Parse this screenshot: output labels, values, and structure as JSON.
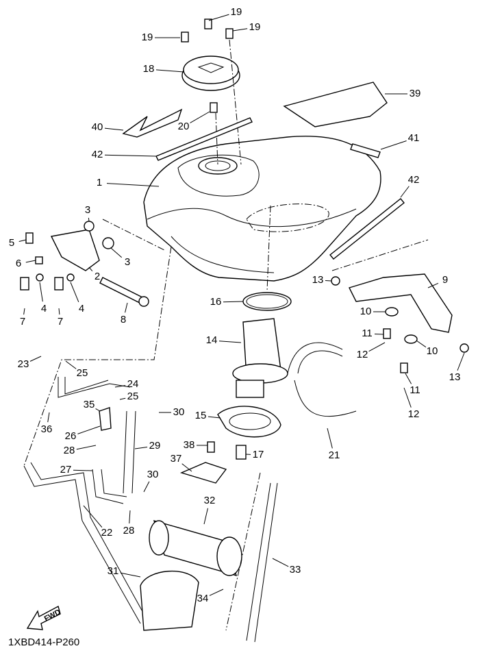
{
  "diagram_code": "1XBD414-P260",
  "fwd_badge": "FWD",
  "callouts": [
    "19",
    "19",
    "19",
    "18",
    "20",
    "40",
    "39",
    "42",
    "41",
    "1",
    "42",
    "3",
    "5",
    "3",
    "6",
    "2",
    "9",
    "13",
    "7",
    "4",
    "4",
    "7",
    "8",
    "16",
    "10",
    "11",
    "10",
    "12",
    "13",
    "14",
    "23",
    "25",
    "24",
    "25",
    "11",
    "35",
    "30",
    "12",
    "15",
    "36",
    "26",
    "29",
    "28",
    "38",
    "21",
    "17",
    "37",
    "27",
    "30",
    "32",
    "28",
    "22",
    "31",
    "33",
    "34"
  ]
}
